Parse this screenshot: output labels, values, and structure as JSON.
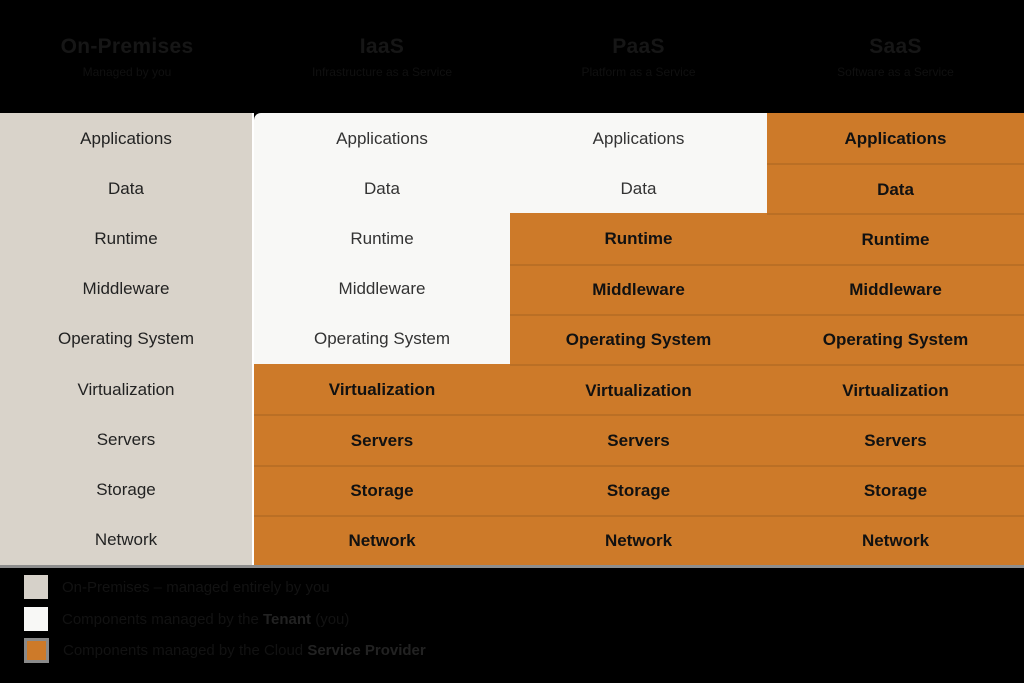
{
  "header": {
    "columns": [
      {
        "acronym": "On-Premises",
        "full_name": "Managed by you"
      },
      {
        "acronym": "IaaS",
        "full_name": "Infrastructure as a Service"
      },
      {
        "acronym": "PaaS",
        "full_name": "Platform as a Service"
      },
      {
        "acronym": "SaaS",
        "full_name": "Software as a Service"
      }
    ]
  },
  "grid": {
    "layers": [
      "Applications",
      "Data",
      "Runtime",
      "Middleware",
      "Operating System",
      "Virtualization",
      "Servers",
      "Storage",
      "Network"
    ],
    "columns": [
      {
        "name": "on-premises",
        "cells": [
          "self",
          "self",
          "self",
          "self",
          "self",
          "self",
          "self",
          "self",
          "self"
        ]
      },
      {
        "name": "iaas",
        "cells": [
          "tenant",
          "tenant",
          "tenant",
          "tenant",
          "tenant",
          "provider",
          "provider",
          "provider",
          "provider"
        ]
      },
      {
        "name": "paas",
        "cells": [
          "tenant",
          "tenant",
          "provider",
          "provider",
          "provider",
          "provider",
          "provider",
          "provider",
          "provider"
        ]
      },
      {
        "name": "saas",
        "cells": [
          "provider",
          "provider",
          "provider",
          "provider",
          "provider",
          "provider",
          "provider",
          "provider",
          "provider"
        ]
      }
    ]
  },
  "legend": {
    "items": [
      {
        "key": "self",
        "prefix": "On-Premises – managed entirely by you",
        "bold": "",
        "suffix": ""
      },
      {
        "key": "tenant",
        "prefix": "Components managed by the ",
        "bold": "Tenant",
        "suffix": " (you)"
      },
      {
        "key": "provider",
        "prefix": "Components managed by the Cloud ",
        "bold": "Service Provider",
        "suffix": ""
      }
    ]
  },
  "colors": {
    "background": "#000000",
    "on_premises_cell": "#d9d3ca",
    "tenant_cell": "#f8f8f6",
    "provider_cell": "#cd7a29",
    "cell_text": "#1e1e1e",
    "bottom_edge": "#8d8d8d"
  }
}
